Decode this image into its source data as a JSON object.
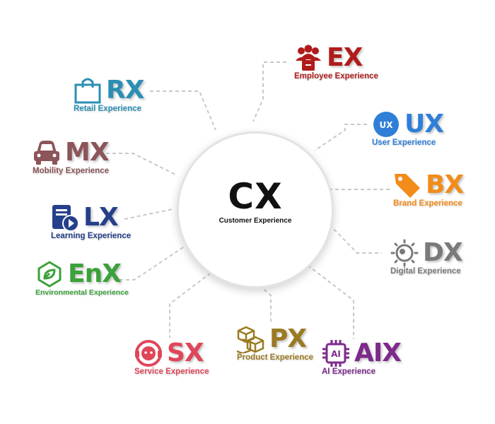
{
  "center": {
    "code": "CX",
    "label": "Customer Experience"
  },
  "nodes": [
    {
      "id": "ex",
      "code": "EX",
      "label": "Employee Experience",
      "color": "#b01c1c",
      "icon": "employees-icon"
    },
    {
      "id": "rx",
      "code": "RX",
      "label": "Retail Experience",
      "color": "#2a8fb3",
      "icon": "shopping-bag-icon"
    },
    {
      "id": "ux",
      "code": "UX",
      "label": "User Experience",
      "color": "#2f7fd8",
      "icon": "ux-badge-icon"
    },
    {
      "id": "mx",
      "code": "MX",
      "label": "Mobility Experience",
      "color": "#8b5559",
      "icon": "car-icon"
    },
    {
      "id": "bx",
      "code": "BX",
      "label": "Brand Experience",
      "color": "#f28c1a",
      "icon": "tag-icon"
    },
    {
      "id": "lx",
      "code": "LX",
      "label": "Learning Experience",
      "color": "#253f8a",
      "icon": "video-book-icon"
    },
    {
      "id": "dx",
      "code": "DX",
      "label": "Digital Experience",
      "color": "#7a7a7a",
      "icon": "digital-globe-icon"
    },
    {
      "id": "enx",
      "code": "EnX",
      "label": "Environmental Experience",
      "color": "#3aa23a",
      "icon": "recycle-leaf-icon"
    },
    {
      "id": "sx",
      "code": "SX",
      "label": "Service Experience",
      "color": "#e0465a",
      "icon": "support-agent-icon"
    },
    {
      "id": "px",
      "code": "PX",
      "label": "Product Experience",
      "color": "#9b7a22",
      "icon": "boxes-icon"
    },
    {
      "id": "aix",
      "code": "AIX",
      "label": "AI Experience",
      "color": "#7d2a8c",
      "icon": "ai-chip-icon"
    }
  ]
}
